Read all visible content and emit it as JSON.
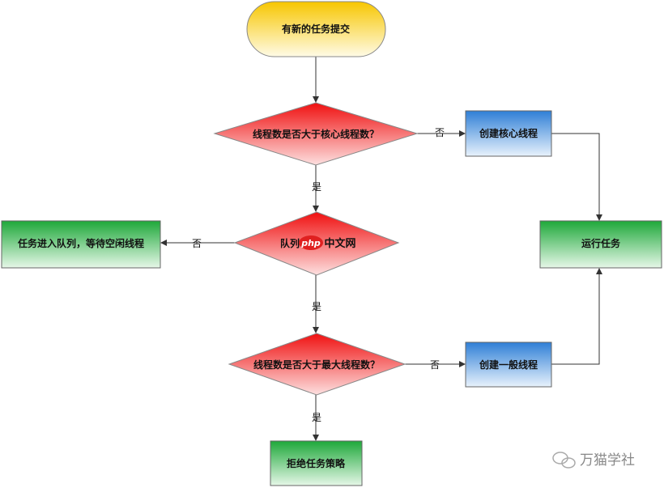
{
  "nodes": {
    "start": "有新的任务提交",
    "check_core": "线程数是否大于核心线程数？",
    "create_core": "创建核心线程",
    "check_queue": "队列",
    "enqueue": "任务进入队列，等待空闲线程",
    "run": "运行任务",
    "check_max": "线程数是否大于最大线程数？",
    "create_normal": "创建一般线程",
    "reject": "拒绝任务策略"
  },
  "edges": {
    "yes": "是",
    "no": "否"
  },
  "watermarks": {
    "center": "php中文网",
    "corner": "万猫学社"
  }
}
